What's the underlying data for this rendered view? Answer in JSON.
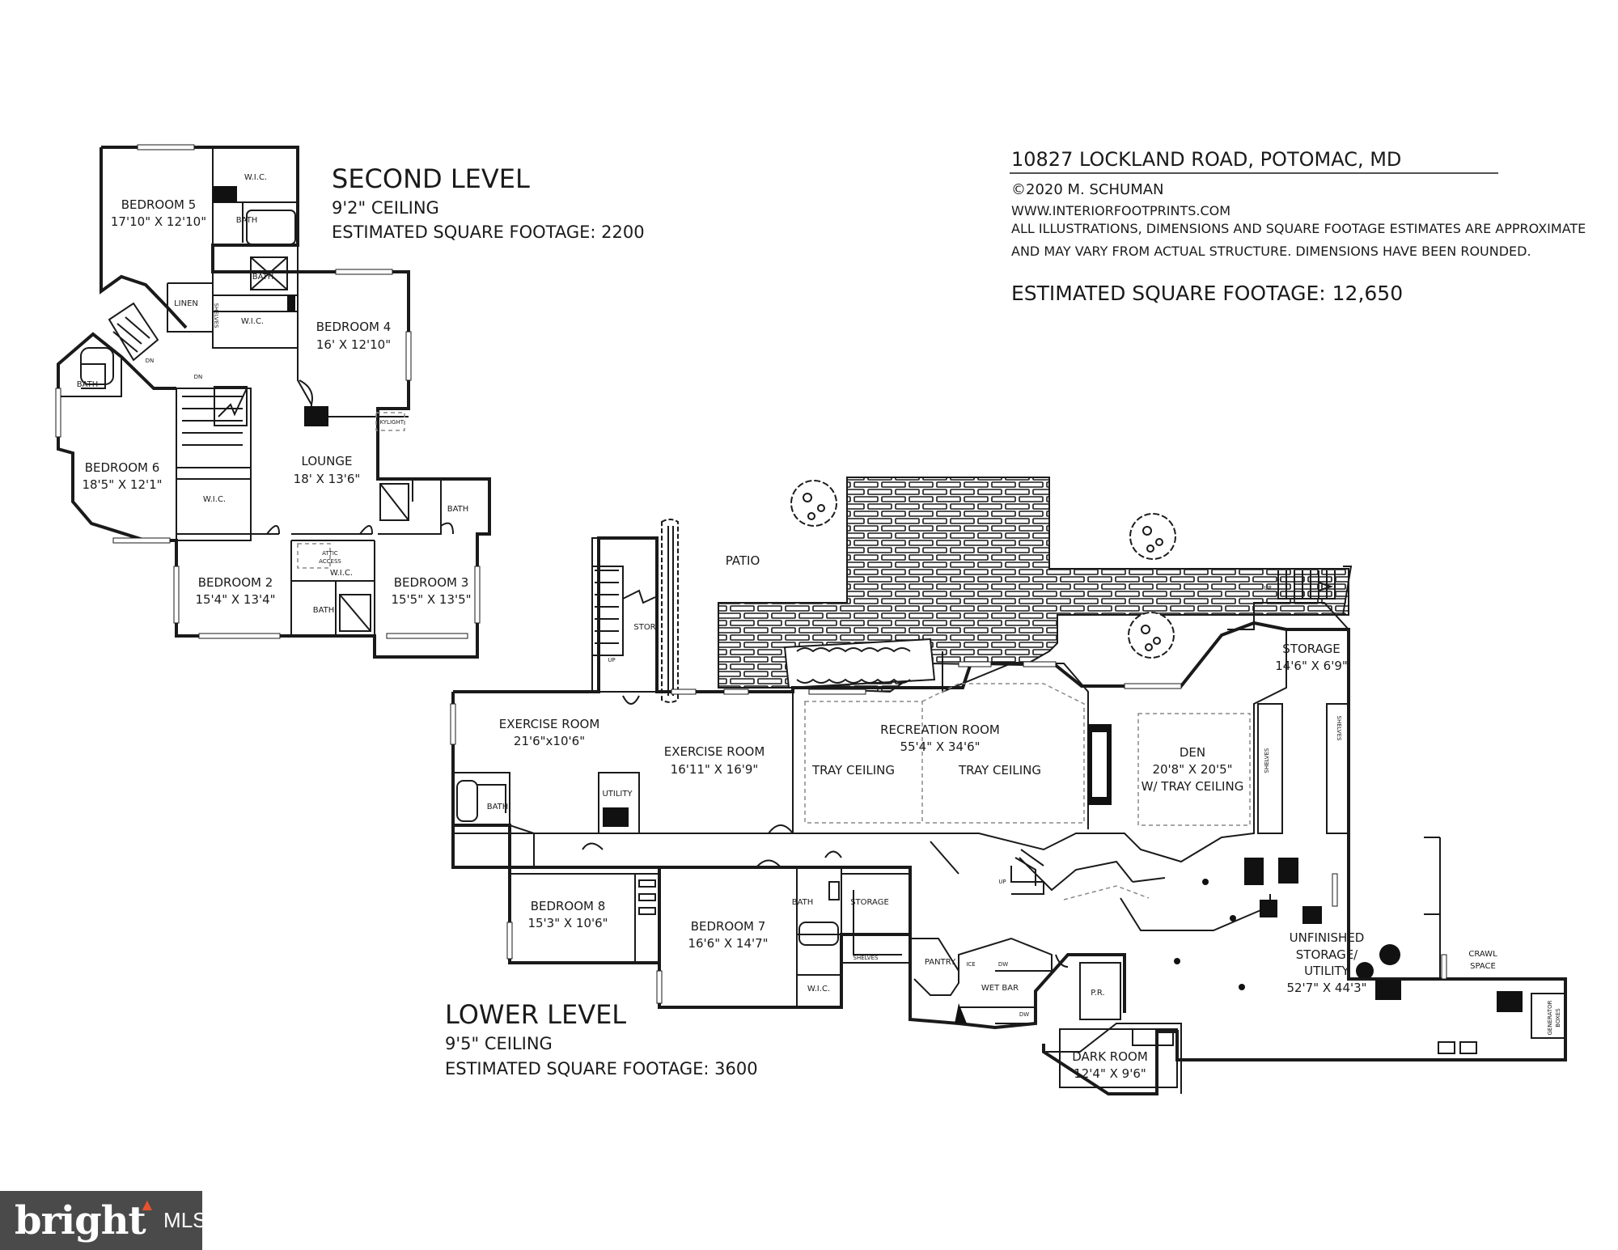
{
  "info": {
    "address": "10827 LOCKLAND ROAD, POTOMAC, MD",
    "copyright": "©2020 M. SCHUMAN",
    "website": "WWW.INTERIORFOOTPRINTS.COM",
    "disclaimer_line1": "ALL ILLUSTRATIONS, DIMENSIONS AND SQUARE FOOTAGE ESTIMATES ARE APPROXIMATE",
    "disclaimer_line2": "AND MAY VARY FROM ACTUAL STRUCTURE. DIMENSIONS HAVE BEEN ROUNDED.",
    "total_sqft": "ESTIMATED SQUARE FOOTAGE: 12,650"
  },
  "second_level": {
    "title": "SECOND LEVEL",
    "ceiling": "9'2\" CEILING",
    "sqft": "ESTIMATED SQUARE FOOTAGE: 2200",
    "rooms": {
      "bedroom5": {
        "name": "BEDROOM 5",
        "dim": "17'10\" X 12'10\""
      },
      "bedroom4": {
        "name": "BEDROOM 4",
        "dim": "16' X 12'10\""
      },
      "bedroom6": {
        "name": "BEDROOM 6",
        "dim": "18'5\" X 12'1\""
      },
      "lounge": {
        "name": "LOUNGE",
        "dim": "18' X 13'6\""
      },
      "bedroom2": {
        "name": "BEDROOM 2",
        "dim": "15'4\" X 13'4\""
      },
      "bedroom3": {
        "name": "BEDROOM 3",
        "dim": "15'5\" X 13'5\""
      }
    },
    "small": {
      "wic": "W.I.C.",
      "bath": "BATH",
      "linen": "LINEN",
      "shelves": "SHELVES",
      "dn": "DN",
      "skylight": "SKYLIGHT",
      "attic": "ATTIC",
      "access": "ACCESS"
    }
  },
  "lower_level": {
    "title": "LOWER LEVEL",
    "ceiling": "9'5\" CEILING",
    "sqft": "ESTIMATED SQUARE FOOTAGE: 3600",
    "rooms": {
      "exercise1": {
        "name": "EXERCISE ROOM",
        "dim": "21'6\"x10'6\""
      },
      "exercise2": {
        "name": "EXERCISE ROOM",
        "dim": "16'11\" X 16'9\""
      },
      "recreation": {
        "name": "RECREATION ROOM",
        "dim": "55'4\" X 34'6\""
      },
      "tray": "TRAY CEILING",
      "den": {
        "name": "DEN",
        "dim": "20'8\" X 20'5\"",
        "note": "W/ TRAY CEILING"
      },
      "storage_top": {
        "name": "STORAGE",
        "dim": "14'6\" X 6'9\""
      },
      "bedroom8": {
        "name": "BEDROOM 8",
        "dim": "15'3\" X 10'6\""
      },
      "bedroom7": {
        "name": "BEDROOM 7",
        "dim": "16'6\" X 14'7\""
      },
      "unfinished_line1": "UNFINISHED",
      "unfinished_line2": "STORAGE/",
      "unfinished_line3": "UTILITY",
      "unfinished_dim": "52'7\" X 44'3\"",
      "dark_room": {
        "name": "DARK ROOM",
        "dim": "12'4\" X 9'6\""
      },
      "patio": "PATIO",
      "utility": "UTILITY",
      "stor": "STOR",
      "storage": "STORAGE",
      "pantry": "PANTRY",
      "wet_bar": "WET BAR",
      "pr": "P.R.",
      "crawl": "CRAWL",
      "space": "SPACE",
      "bath": "BATH",
      "wic": "W.I.C.",
      "shelves": "SHELVES",
      "up": "UP",
      "ice": "ICE",
      "dw": "DW",
      "generator": "GENERATOR",
      "boxes": "BOXES"
    }
  },
  "logo": {
    "brand": "bright",
    "suffix": "MLS"
  }
}
